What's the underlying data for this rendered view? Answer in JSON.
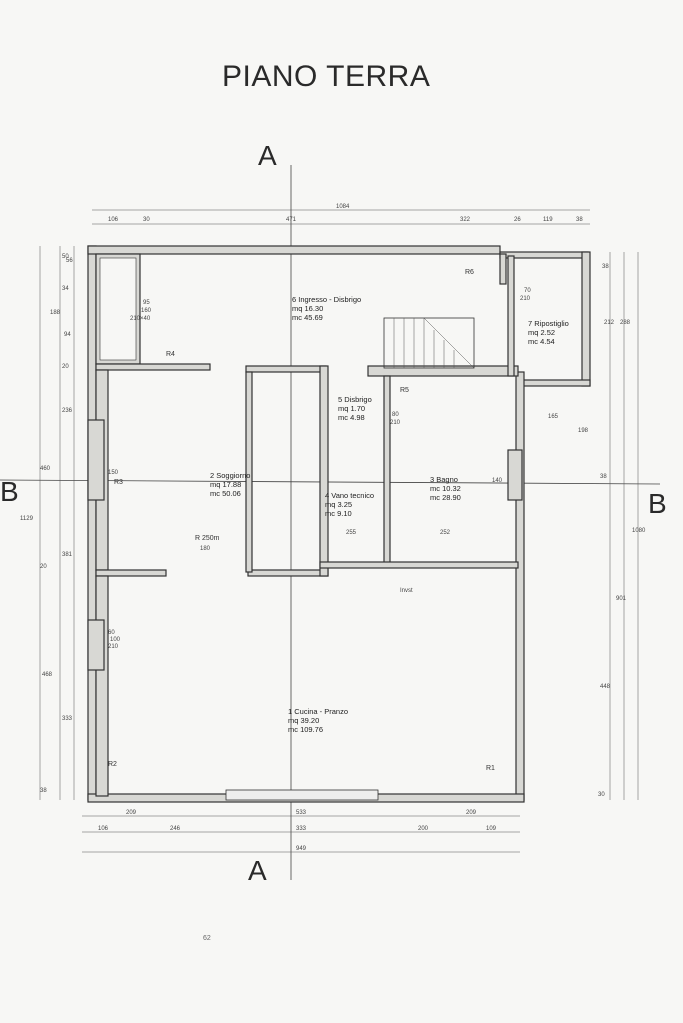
{
  "title": "PIANO TERRA",
  "section_labels": {
    "a_top": "A",
    "a_bottom": "A",
    "b_left": "B",
    "b_right": "B"
  },
  "rooms": [
    {
      "name": "6 Ingresso - Disbrigo",
      "mq": "mq 16.30",
      "mc": "mc 45.69"
    },
    {
      "name": "7 Ripostiglio",
      "mq": "mq 2.52",
      "mc": "mc 4.54"
    },
    {
      "name": "5 Disbrigo",
      "mq": "mq 1.70",
      "mc": "mc 4.98"
    },
    {
      "name": "2 Soggiorno",
      "mq": "mq 17.88",
      "mc": "mc 50.06"
    },
    {
      "name": "3 Bagno",
      "mq": "mc 10.32",
      "mc": "mc 28.90"
    },
    {
      "name": "4 Vano tecnico",
      "mq": "mq 3.25",
      "mc": "mc 9.10"
    },
    {
      "name": "1 Cucina - Pranzo",
      "mq": "mq 39.20",
      "mc": "mc 109.76"
    }
  ],
  "markers": [
    "R1",
    "R2",
    "R3",
    "R4",
    "R5",
    "R6",
    "R 250m"
  ],
  "dims_top": [
    "1084",
    "106",
    "30",
    "471",
    "322",
    "26",
    "119",
    "38"
  ],
  "dims_bottom": [
    "209",
    "533",
    "209",
    "106",
    "246",
    "333",
    "200",
    "109",
    "949"
  ],
  "dims_left": [
    "50",
    "56",
    "34",
    "188",
    "94",
    "20",
    "236",
    "460",
    "1129",
    "381",
    "20",
    "468",
    "333",
    "38"
  ],
  "dims_right": [
    "38",
    "212",
    "288",
    "165",
    "198",
    "38",
    "901",
    "1080",
    "448",
    "30"
  ],
  "misc": [
    "Invst",
    "95",
    "160",
    "210×40",
    "70",
    "210",
    "80",
    "210",
    "60",
    "210",
    "100",
    "140",
    "150",
    "180",
    "252",
    "255"
  ],
  "page_number": "62"
}
